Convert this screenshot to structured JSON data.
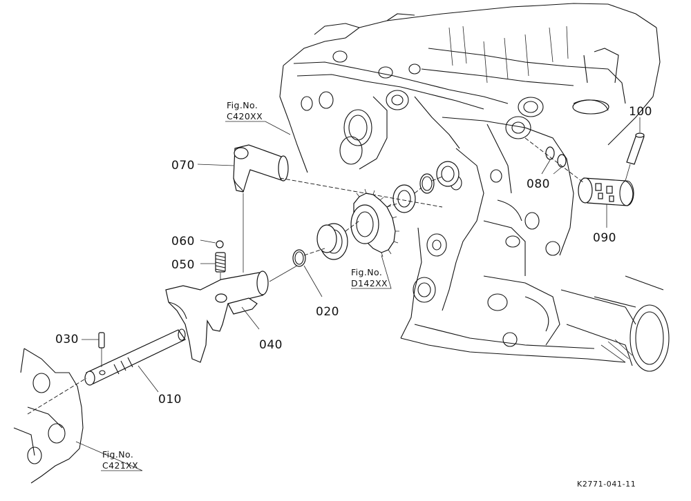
{
  "diagram": {
    "parts": [
      {
        "id": "010",
        "label": "010"
      },
      {
        "id": "020",
        "label": "020"
      },
      {
        "id": "030",
        "label": "030"
      },
      {
        "id": "040",
        "label": "040"
      },
      {
        "id": "050",
        "label": "050"
      },
      {
        "id": "060",
        "label": "060"
      },
      {
        "id": "070",
        "label": "070"
      },
      {
        "id": "080",
        "label": "080"
      },
      {
        "id": "090",
        "label": "090"
      },
      {
        "id": "100",
        "label": "100"
      }
    ],
    "figure_refs": [
      {
        "line1": "Fig.No.",
        "line2": "C420XX"
      },
      {
        "line1": "Fig.No.",
        "line2": "D142XX"
      },
      {
        "line1": "Fig.No.",
        "line2": "C421XX"
      }
    ],
    "drawing_code": "K2771-041-11"
  }
}
